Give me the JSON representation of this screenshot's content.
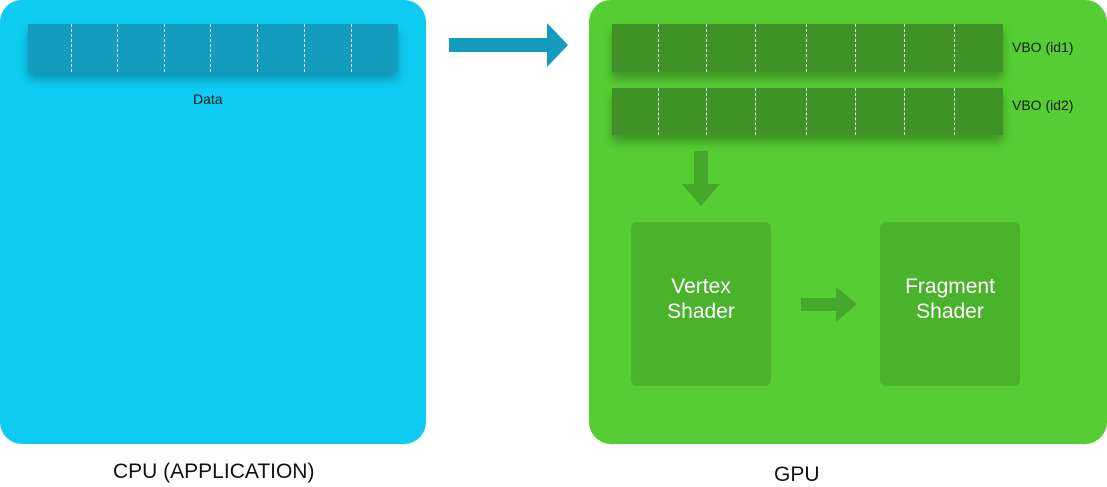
{
  "cpu": {
    "buffer_label": "Data",
    "caption": "CPU (APPLICATION)",
    "color": "#0ecbf2"
  },
  "gpu": {
    "caption": "GPU",
    "color": "#56cd33",
    "vbos": [
      {
        "label": "VBO (id1)"
      },
      {
        "label": "VBO (id2)"
      }
    ],
    "vertex_shader": {
      "line1": "Vertex",
      "line2": "Shader"
    },
    "fragment_shader": {
      "line1": "Fragment",
      "line2": "Shader"
    }
  },
  "icons": [
    "arrow-right-icon",
    "arrow-down-icon"
  ]
}
